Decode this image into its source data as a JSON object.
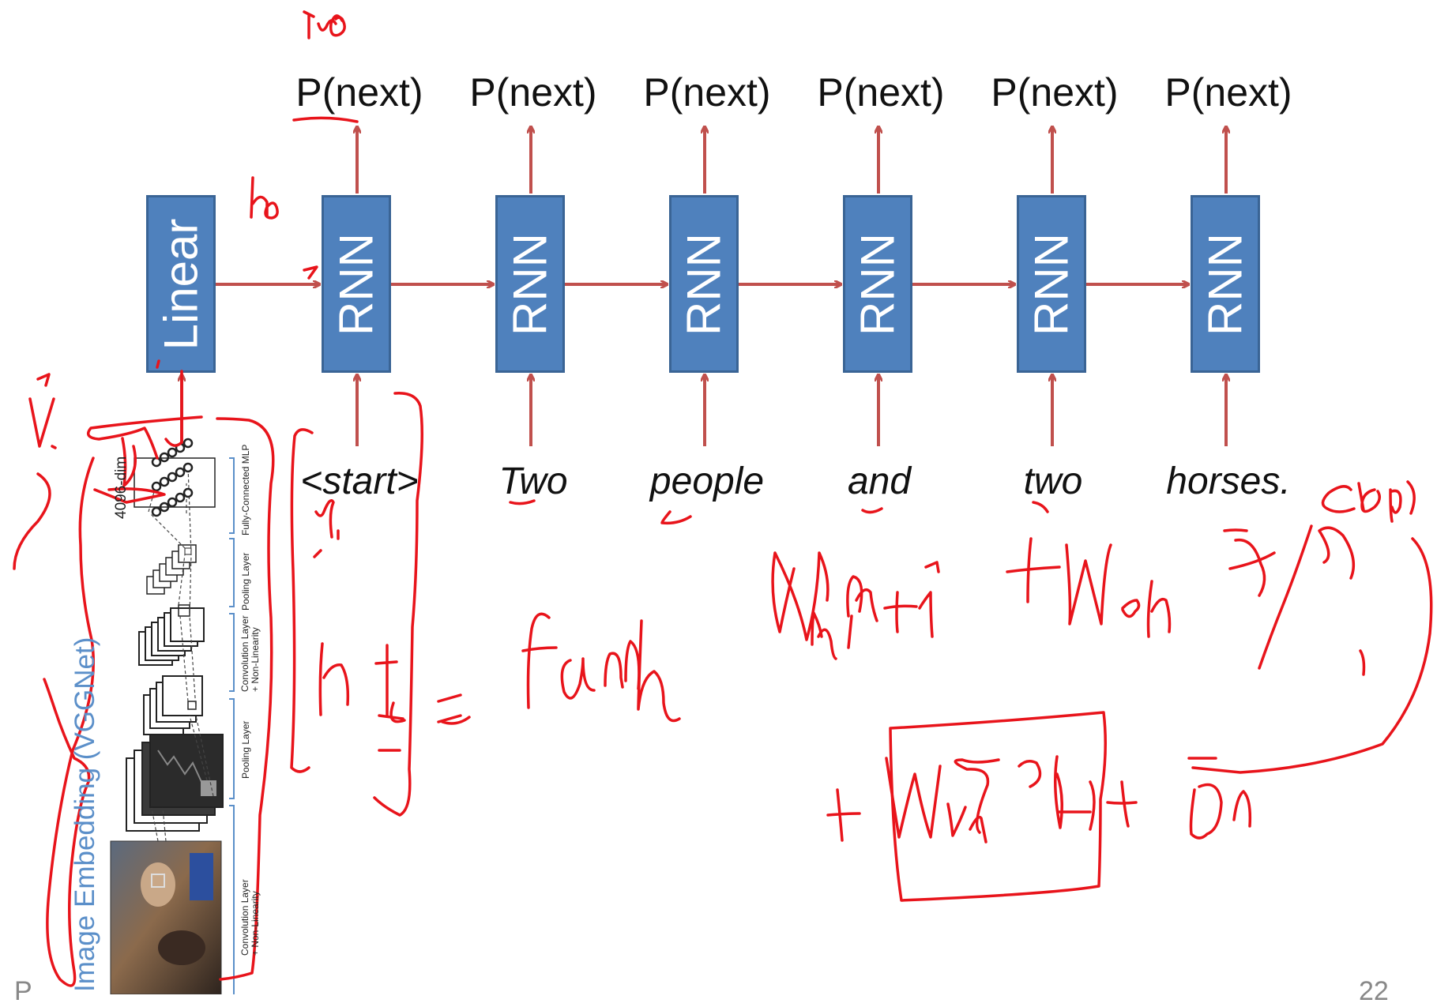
{
  "outputs": [
    "P(next)",
    "P(next)",
    "P(next)",
    "P(next)",
    "P(next)",
    "P(next)"
  ],
  "linear_label": "Linear",
  "rnn_label": "RNN",
  "inputs": [
    "<start>",
    "Two",
    "people",
    "and",
    "two",
    "horses."
  ],
  "cnn": {
    "title": "Image Embedding (VGGNet)",
    "dim_label": "4096-dim",
    "layers": [
      "Fully-Connected MLP",
      "Pooling Layer",
      "Convolution Layer + Non-Linearity",
      "Pooling Layer",
      "Convolution Layer + Non-Linearity"
    ]
  },
  "colors": {
    "box": "#4f81bd",
    "arrow": "#c0504d",
    "ink": "#e8141b",
    "cnn_title": "#5b8fc9"
  },
  "footer": {
    "left": "P",
    "right": "22"
  }
}
